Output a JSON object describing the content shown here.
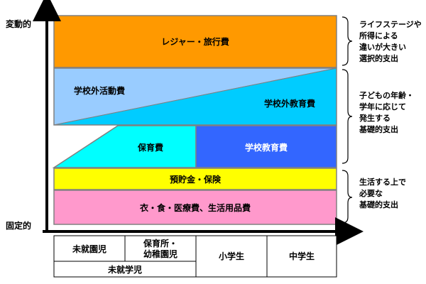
{
  "axis": {
    "top_label": "変動的",
    "bottom_label": "固定的"
  },
  "regions": {
    "leisure": "レジャー・旅行費",
    "school_outside_activity": "学校外活動費",
    "school_outside_education": "学校外教育費",
    "childcare": "保育費",
    "school_education": "学校教育費",
    "savings_insurance": "預貯金・保険",
    "living": "衣・食・医療費、生活用品費"
  },
  "colors": {
    "leisure": "#ff9900",
    "school_outside_activity": "#99ccff",
    "school_outside_education": "#00ccff",
    "childcare": "#00ffff",
    "school_education": "#3366ff",
    "savings_insurance": "#ffff00",
    "living": "#ff99cc"
  },
  "notes": {
    "top": [
      "ライフステージや",
      "所得による",
      "違いが大きい",
      "選択的支出"
    ],
    "middle": [
      "子どもの年齢・",
      "学年に応じて",
      "発生する",
      "基礎的支出"
    ],
    "bottom": [
      "生活する上で",
      "必要な",
      "基礎的支出"
    ]
  },
  "stages": {
    "pre_enrollment": "未就園児",
    "nursery_line1": "保育所・",
    "nursery_line2": "幼稚園児",
    "preschool_group": "未就学児",
    "elementary": "小学生",
    "junior_high": "中学生"
  }
}
